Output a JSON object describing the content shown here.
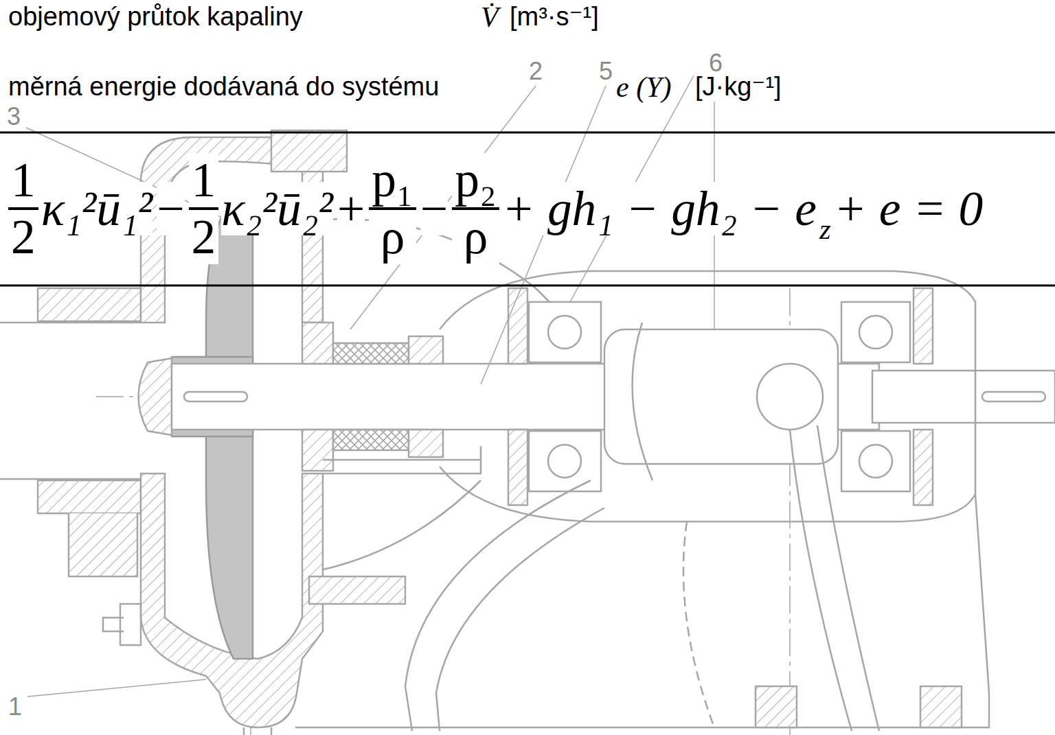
{
  "diagram": {
    "labels": [
      "objemový průtok kapaliny",
      "V̇",
      "[m³·s⁻¹]",
      "měrná energie dodávaná do systému",
      "e (Y)",
      "[J·kg⁻¹]",
      "1",
      "2",
      "κ₁²ū₁²",
      "−",
      "1",
      "2",
      "κ₂²ū₂²",
      "+",
      "p₁",
      "ρ",
      "−",
      "p₂",
      "ρ",
      "+ gh₁ − gh₂ − e",
      "z",
      "+ e = 0",
      "3",
      "2",
      "5",
      "6",
      "1"
    ]
  }
}
